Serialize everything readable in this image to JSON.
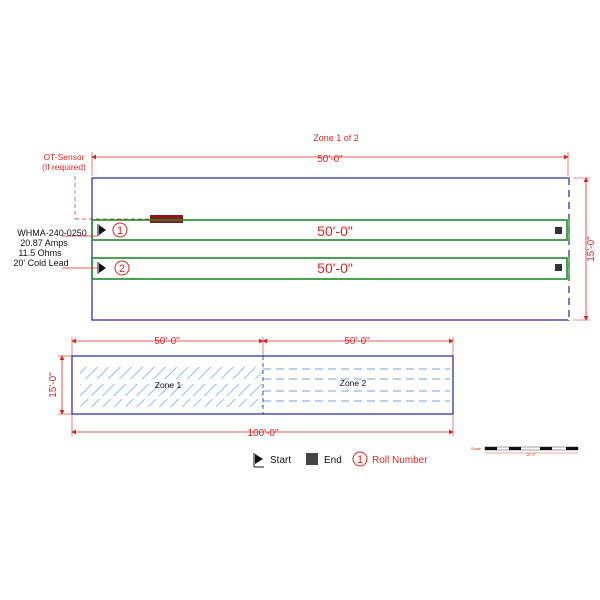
{
  "zone_header": "Zone 1 of 2",
  "sensor": {
    "line1": "OT-Sensor",
    "line2": "(If required)"
  },
  "dims": {
    "top_width": "50'-0\"",
    "right_height": "15'-0\"",
    "lower_left_width": "50'-0\"",
    "lower_right_width": "50'-0\"",
    "lower_total": "100'-0\"",
    "lower_height": "15'-0\""
  },
  "rolls": [
    {
      "number": "1",
      "length": "50'-0\""
    },
    {
      "number": "2",
      "length": "50'-0\""
    }
  ],
  "spec": {
    "model": "WHMA-240-0250",
    "amps": "20.87  Amps",
    "ohms": "11.5 Ohms",
    "lead": "20' Cold Lead"
  },
  "zones": {
    "zone1": "Zone 1",
    "zone2": "Zone 2"
  },
  "legend": {
    "start": "Start",
    "end": "End",
    "roll_symbol": "1",
    "roll_number": "Roll Number"
  },
  "scale": {
    "label": "Scale",
    "value": "15'-0\""
  },
  "colors": {
    "outline": "#2222aa",
    "cable": "#1f8a2a",
    "dimension": "#d62828",
    "sensor": "#8b1a1a"
  }
}
